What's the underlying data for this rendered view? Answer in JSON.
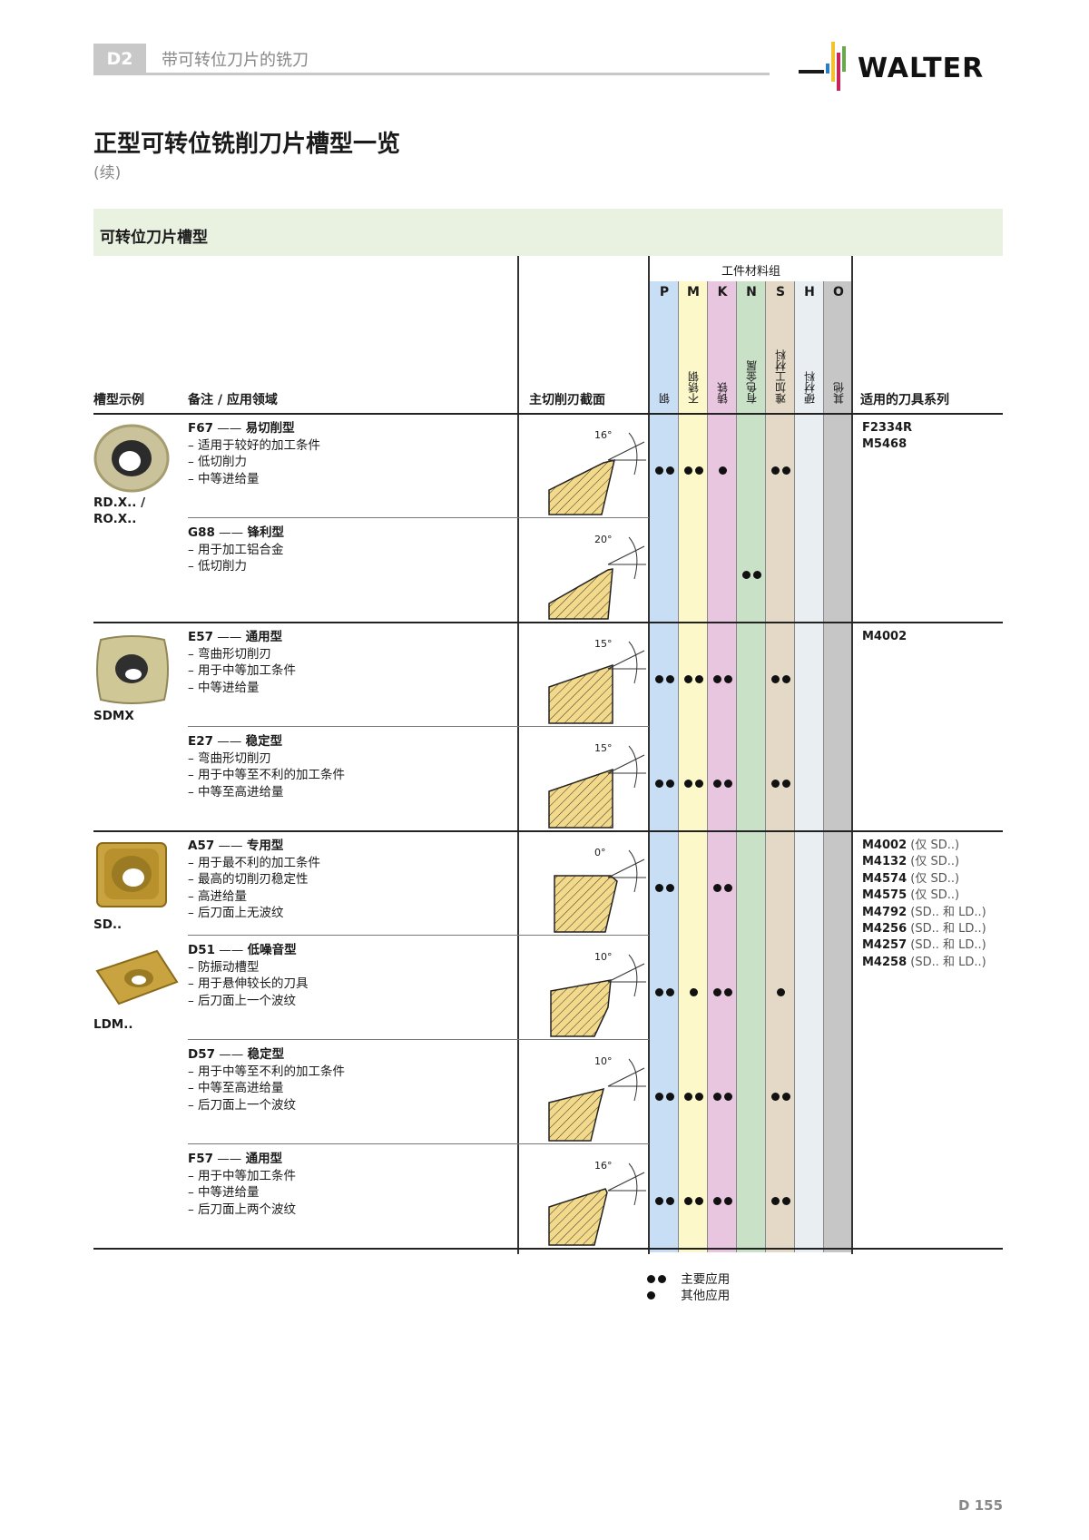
{
  "header": {
    "chapter_badge": "D2",
    "chapter_title": "带可转位刀片的铣刀",
    "brand": "WALTER",
    "brand_colors": [
      "#1a1a1a",
      "#2a7fc4",
      "#f2c230",
      "#c8235a",
      "#6aa84f"
    ]
  },
  "page": {
    "title": "正型可转位铣削刀片槽型一览",
    "subtitle": "(续)",
    "section": "可转位刀片槽型",
    "page_number": "D 155"
  },
  "table": {
    "headers": {
      "example": "槽型示例",
      "notes": "备注 / 应用领域",
      "section_profile": "主切削刃截面",
      "material_group": "工件材料组",
      "tools": "适用的刀具系列"
    },
    "materials": [
      {
        "letter": "P",
        "name": "钢",
        "color": "#c7def4"
      },
      {
        "letter": "M",
        "name": "不锈钢",
        "color": "#fdf8c9"
      },
      {
        "letter": "K",
        "name": "铸铁",
        "color": "#e8c6e0"
      },
      {
        "letter": "N",
        "name": "有色金属",
        "color": "#c9e1c7"
      },
      {
        "letter": "S",
        "name": "难加工材料",
        "color": "#e4d8c6"
      },
      {
        "letter": "H",
        "name": "硬材料",
        "color": "#e9eef3"
      },
      {
        "letter": "O",
        "name": "其他",
        "color": "#c6c6c6"
      }
    ],
    "groups": [
      {
        "insert_label": "RD.X.. / RO.X..",
        "tools": [
          {
            "code": "F2334R",
            "note": ""
          },
          {
            "code": "M5468",
            "note": ""
          }
        ],
        "rows": [
          {
            "code": "F67",
            "type": "易切削型",
            "bullets": [
              "适用于较好的加工条件",
              "低切削力",
              "中等进给量"
            ],
            "angle": "16°",
            "dots": [
              2,
              2,
              1,
              0,
              2,
              0,
              0
            ]
          },
          {
            "code": "G88",
            "type": "锋利型",
            "bullets": [
              "用于加工铝合金",
              "低切削力"
            ],
            "angle": "20°",
            "dots": [
              0,
              0,
              0,
              2,
              0,
              0,
              0
            ]
          }
        ]
      },
      {
        "insert_label": "SDMX",
        "tools": [
          {
            "code": "M4002",
            "note": ""
          }
        ],
        "rows": [
          {
            "code": "E57",
            "type": "通用型",
            "bullets": [
              "弯曲形切削刃",
              "用于中等加工条件",
              "中等进给量"
            ],
            "angle": "15°",
            "dots": [
              2,
              2,
              2,
              0,
              2,
              0,
              0
            ]
          },
          {
            "code": "E27",
            "type": "稳定型",
            "bullets": [
              "弯曲形切削刃",
              "用于中等至不利的加工条件",
              "中等至高进给量"
            ],
            "angle": "15°",
            "dots": [
              2,
              2,
              2,
              0,
              2,
              0,
              0
            ]
          }
        ]
      },
      {
        "insert_label": "SD..",
        "insert_label_2": "LDM..",
        "tools": [
          {
            "code": "M4002",
            "note": "(仅 SD..)"
          },
          {
            "code": "M4132",
            "note": "(仅 SD..)"
          },
          {
            "code": "M4574",
            "note": "(仅 SD..)"
          },
          {
            "code": "M4575",
            "note": "(仅 SD..)"
          },
          {
            "code": "M4792",
            "note": "(SD.. 和 LD..)"
          },
          {
            "code": "M4256",
            "note": "(SD.. 和 LD..)"
          },
          {
            "code": "M4257",
            "note": "(SD.. 和 LD..)"
          },
          {
            "code": "M4258",
            "note": "(SD.. 和 LD..)"
          }
        ],
        "rows": [
          {
            "code": "A57",
            "type": "专用型",
            "bullets": [
              "用于最不利的加工条件",
              "最高的切削刃稳定性",
              "高进给量",
              "后刀面上无波纹"
            ],
            "angle": "0°",
            "dots": [
              2,
              0,
              2,
              0,
              0,
              0,
              0
            ]
          },
          {
            "code": "D51",
            "type": "低噪音型",
            "bullets": [
              "防振动槽型",
              "用于悬伸较长的刀具",
              "后刀面上一个波纹"
            ],
            "angle": "10°",
            "dots": [
              2,
              1,
              2,
              0,
              1,
              0,
              0
            ]
          },
          {
            "code": "D57",
            "type": "稳定型",
            "bullets": [
              "用于中等至不利的加工条件",
              "中等至高进给量",
              "后刀面上一个波纹"
            ],
            "angle": "10°",
            "dots": [
              2,
              2,
              2,
              0,
              2,
              0,
              0
            ]
          },
          {
            "code": "F57",
            "type": "通用型",
            "bullets": [
              "用于中等加工条件",
              "中等进给量",
              "后刀面上两个波纹"
            ],
            "angle": "16°",
            "dots": [
              2,
              2,
              2,
              0,
              2,
              0,
              0
            ]
          }
        ]
      }
    ]
  },
  "legend": {
    "main": "主要应用",
    "other": "其他应用"
  }
}
